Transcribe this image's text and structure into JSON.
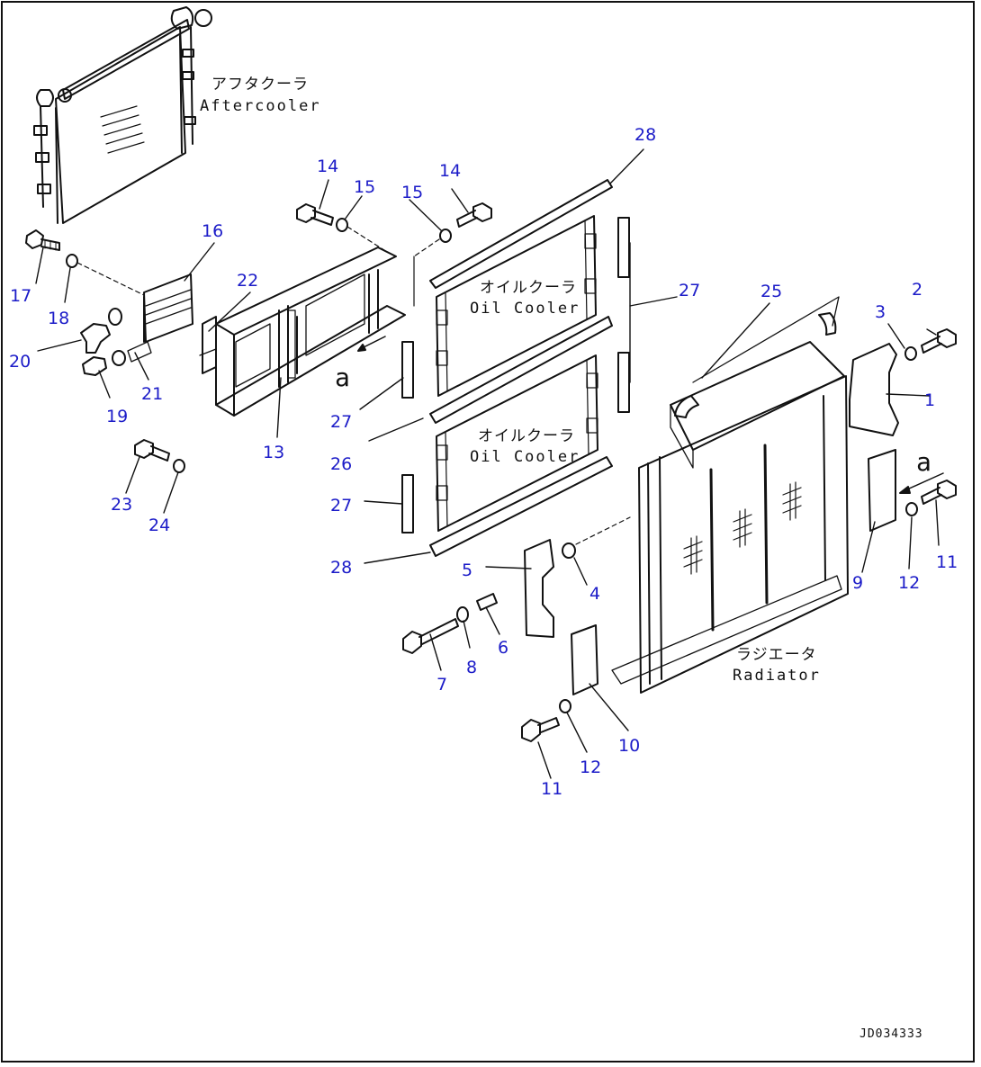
{
  "assemblies": {
    "aftercooler_jp": "アフタクーラ",
    "aftercooler_en": "Aftercooler",
    "oil_cooler_upper_jp": "オイルクーラ",
    "oil_cooler_upper_en": "Oil Cooler",
    "oil_cooler_lower_jp": "オイルクーラ",
    "oil_cooler_lower_en": "Oil Cooler",
    "radiator_jp": "ラジエータ",
    "radiator_en": "Radiator"
  },
  "view_marks": {
    "left": "a",
    "right": "a"
  },
  "callouts": [
    {
      "id": "c1",
      "text": "1"
    },
    {
      "id": "c2",
      "text": "2"
    },
    {
      "id": "c3",
      "text": "3"
    },
    {
      "id": "c4",
      "text": "4"
    },
    {
      "id": "c5",
      "text": "5"
    },
    {
      "id": "c6",
      "text": "6"
    },
    {
      "id": "c7",
      "text": "7"
    },
    {
      "id": "c8",
      "text": "8"
    },
    {
      "id": "c9",
      "text": "9"
    },
    {
      "id": "c10",
      "text": "10"
    },
    {
      "id": "c11a",
      "text": "11"
    },
    {
      "id": "c11b",
      "text": "11"
    },
    {
      "id": "c12a",
      "text": "12"
    },
    {
      "id": "c12b",
      "text": "12"
    },
    {
      "id": "c13",
      "text": "13"
    },
    {
      "id": "c14a",
      "text": "14"
    },
    {
      "id": "c14b",
      "text": "14"
    },
    {
      "id": "c15a",
      "text": "15"
    },
    {
      "id": "c15b",
      "text": "15"
    },
    {
      "id": "c16",
      "text": "16"
    },
    {
      "id": "c17",
      "text": "17"
    },
    {
      "id": "c18",
      "text": "18"
    },
    {
      "id": "c19",
      "text": "19"
    },
    {
      "id": "c20",
      "text": "20"
    },
    {
      "id": "c21",
      "text": "21"
    },
    {
      "id": "c22",
      "text": "22"
    },
    {
      "id": "c23",
      "text": "23"
    },
    {
      "id": "c24",
      "text": "24"
    },
    {
      "id": "c25",
      "text": "25"
    },
    {
      "id": "c26",
      "text": "26"
    },
    {
      "id": "c27a",
      "text": "27"
    },
    {
      "id": "c27b",
      "text": "27"
    },
    {
      "id": "c27c",
      "text": "27"
    },
    {
      "id": "c28a",
      "text": "28"
    },
    {
      "id": "c28b",
      "text": "28"
    }
  ],
  "drawing_code": "JD034333",
  "colors": {
    "callout_text": "#1c1cc8",
    "line_art": "#111111",
    "background": "#ffffff"
  }
}
